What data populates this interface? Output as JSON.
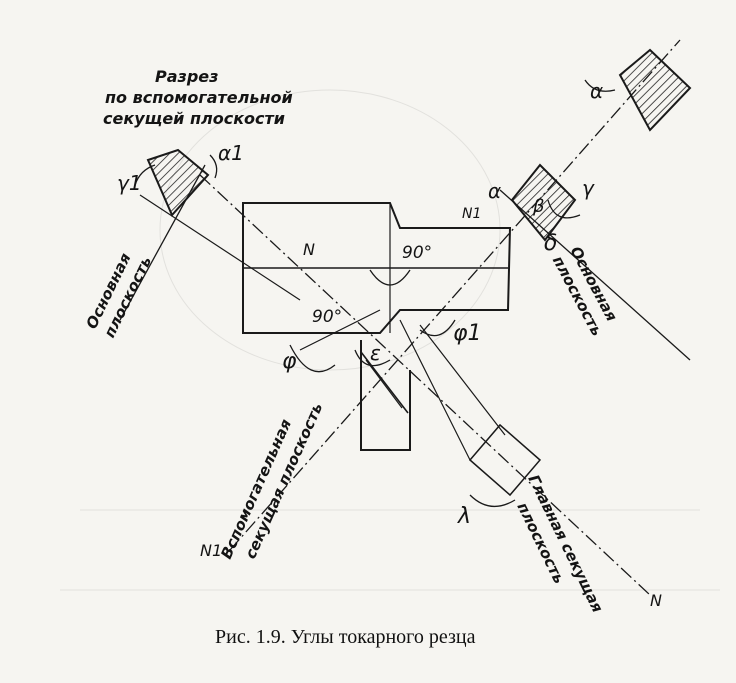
{
  "figure": {
    "caption": "Рис. 1.9. Углы токарного резца",
    "section_title": [
      "Разрез",
      "по вспомогательной",
      "секущей плоскости"
    ],
    "base_plane_left": [
      "Основная",
      "плоскость"
    ],
    "base_plane_right": [
      "Основная",
      "плоскость"
    ],
    "aux_cutting_plane": [
      "Вспомогательная",
      "секущая плоскость"
    ],
    "main_cutting_plane": [
      "Главная секущая",
      "плоскость"
    ],
    "angles": {
      "alpha": "α",
      "alpha1": "α1",
      "gamma": "γ",
      "gamma1": "γ1",
      "beta": "β",
      "delta": "δ",
      "phi": "φ",
      "phi1": "φ1",
      "epsilon": "ε",
      "lambda": "λ",
      "right1": "90°",
      "right2": "90°"
    },
    "lines": {
      "N": "N",
      "N1": "N1"
    }
  },
  "colors": {
    "ink": "#1a1a1a",
    "paper": "#f6f5f1"
  }
}
